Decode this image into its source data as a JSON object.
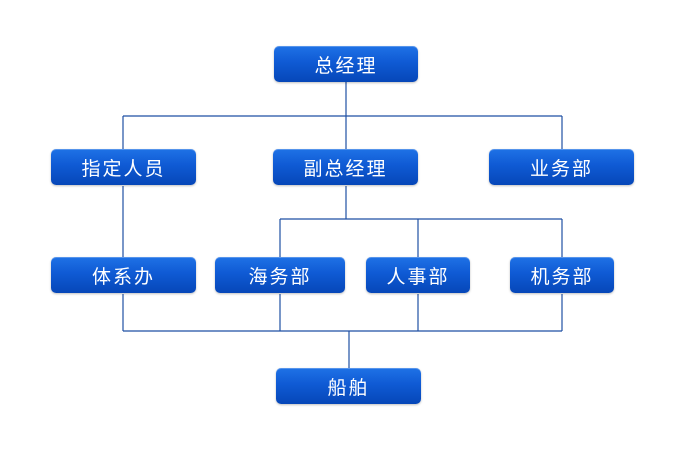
{
  "org_chart": {
    "general_manager": "总经理",
    "designated_person": "指定人员",
    "deputy_general_manager": "副总经理",
    "business_department": "业务部",
    "system_office": "体系办",
    "maritime_department": "海务部",
    "hr_department": "人事部",
    "engineering_department": "机务部",
    "ships": "船舶"
  },
  "colors": {
    "node_fill": "#0f5ad4",
    "connector_line": "#1f4fa3",
    "node_text": "#ffffff"
  }
}
